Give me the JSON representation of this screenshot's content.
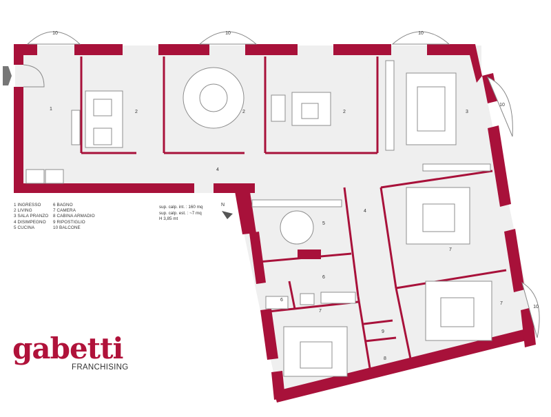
{
  "legend": [
    "1 INGRESSO",
    "6 BAGNO",
    "2 LIVING",
    "7 CAMERA",
    "3 SALA PRANZO",
    "8 CABINA ARMADIO",
    "4 DISIMPEGNO",
    "9 RIPOSTIGLIO",
    "5 CUCINA",
    "10 BALCONE"
  ],
  "surface": {
    "line1": "sup. calp. int. : 160 mq",
    "line2": "sup. calp. est. : ~7 mq",
    "line3": "H 3,85 mt"
  },
  "north": "N",
  "rooms": [
    {
      "label": "1"
    },
    {
      "label": "2"
    },
    {
      "label": "2"
    },
    {
      "label": "2"
    },
    {
      "label": "3"
    },
    {
      "label": "4"
    },
    {
      "label": "4"
    },
    {
      "label": "5"
    },
    {
      "label": "6"
    },
    {
      "label": "6"
    },
    {
      "label": "7"
    },
    {
      "label": "7"
    },
    {
      "label": "7"
    },
    {
      "label": "8"
    },
    {
      "label": "9"
    }
  ],
  "balconies": [
    {
      "label": "10"
    },
    {
      "label": "10"
    },
    {
      "label": "10"
    },
    {
      "label": "10"
    },
    {
      "label": "10"
    }
  ],
  "logo": {
    "word": "gabetti",
    "sub": "FRANCHISING"
  },
  "colors": {
    "wall": "#a8113a",
    "floor": "#efefef",
    "line": "#9a9a9a"
  }
}
